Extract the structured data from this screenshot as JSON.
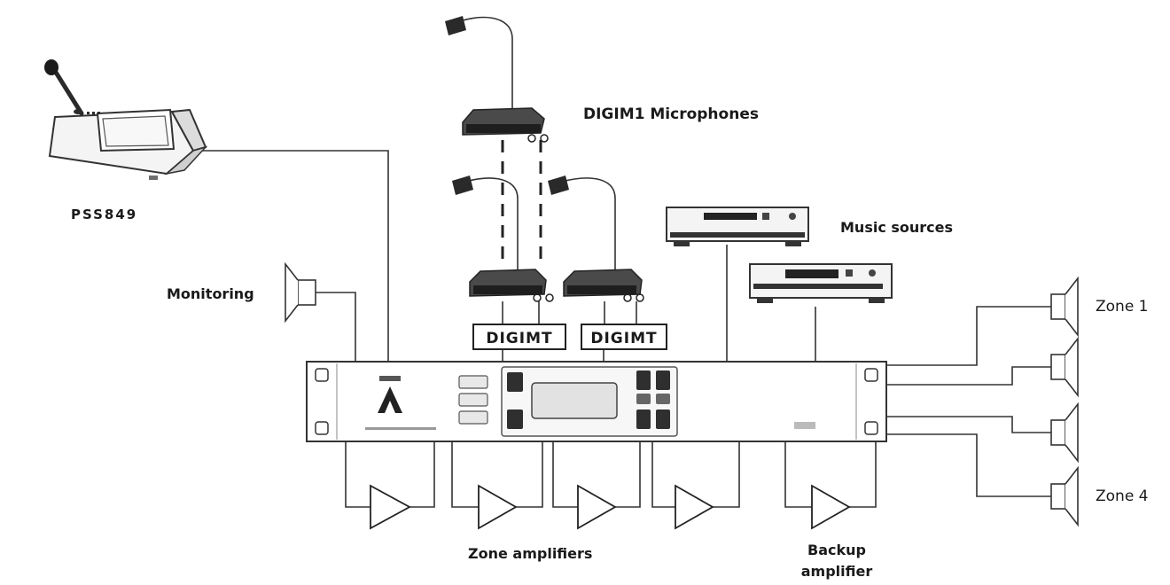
{
  "labels": {
    "pss": "PSS849",
    "microphones": "DIGIM1 Microphones",
    "music": "Music sources",
    "monitoring": "Monitoring",
    "digimt_1": "DIGIMT",
    "digimt_2": "DIGIMT",
    "zone1": "Zone 1",
    "zone4": "Zone 4",
    "zone_amps": "Zone amplifiers",
    "backup_line1": "Backup",
    "backup_line2": "amplifier"
  },
  "icons": {
    "pss": "paging-station-icon",
    "microphone": "gooseneck-microphone-icon",
    "player": "media-player-icon",
    "speaker": "speaker-icon",
    "amplifier": "amplifier-triangle-icon",
    "rack": "rack-unit-icon"
  }
}
